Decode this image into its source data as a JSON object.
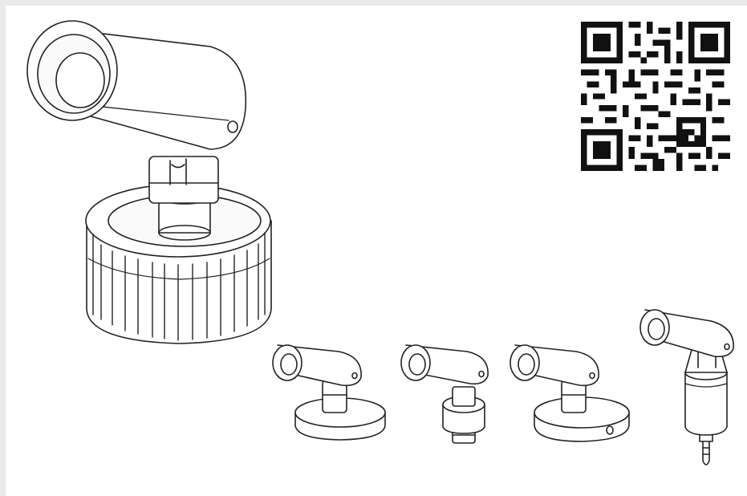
{
  "illustration": {
    "main_product": "spotlight-large-knurled-base",
    "variants": [
      "spotlight-disc-base",
      "spotlight-threaded-stem",
      "spotlight-disc-base-setscrew",
      "spotlight-jack-plug"
    ]
  },
  "qr_code": {
    "present": true,
    "color": "#111111"
  },
  "colors": {
    "line": "#222222",
    "fill": "#ffffff",
    "frame": "#e9e9e9",
    "shade": "#f2f2f2"
  }
}
